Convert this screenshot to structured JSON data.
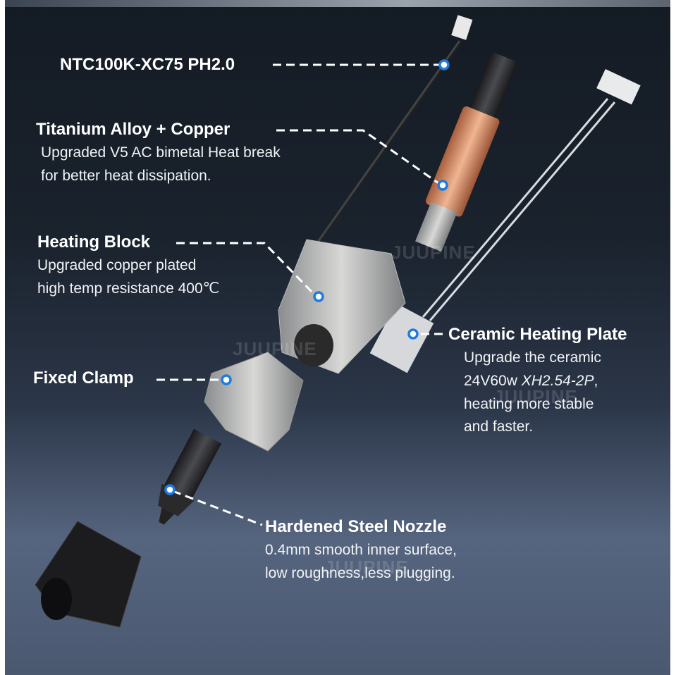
{
  "labels": {
    "thermistor": {
      "title": "NTC100K-XC75 PH2.0"
    },
    "heatbreak": {
      "title": "Titanium Alloy + Copper",
      "lines": [
        "Upgraded V5 AC bimetal Heat break",
        "for better heat dissipation."
      ]
    },
    "heating_block": {
      "title": "Heating Block",
      "lines": [
        "Upgraded copper plated",
        "high temp resistance 400℃"
      ]
    },
    "ceramic": {
      "title": "Ceramic Heating Plate",
      "lines": [
        "Upgrade the ceramic",
        "24V60w ",
        "XH2.54-2P",
        ",",
        "heating more stable",
        "and faster."
      ]
    },
    "clamp": {
      "title": "Fixed Clamp"
    },
    "nozzle": {
      "title": "Hardened Steel Nozzle",
      "lines": [
        "0.4mm smooth inner surface,",
        "low roughness,less plugging."
      ]
    }
  },
  "watermark": "JUUPINE",
  "colors": {
    "dot": "#1e7be0",
    "copper": "#d9956b"
  }
}
